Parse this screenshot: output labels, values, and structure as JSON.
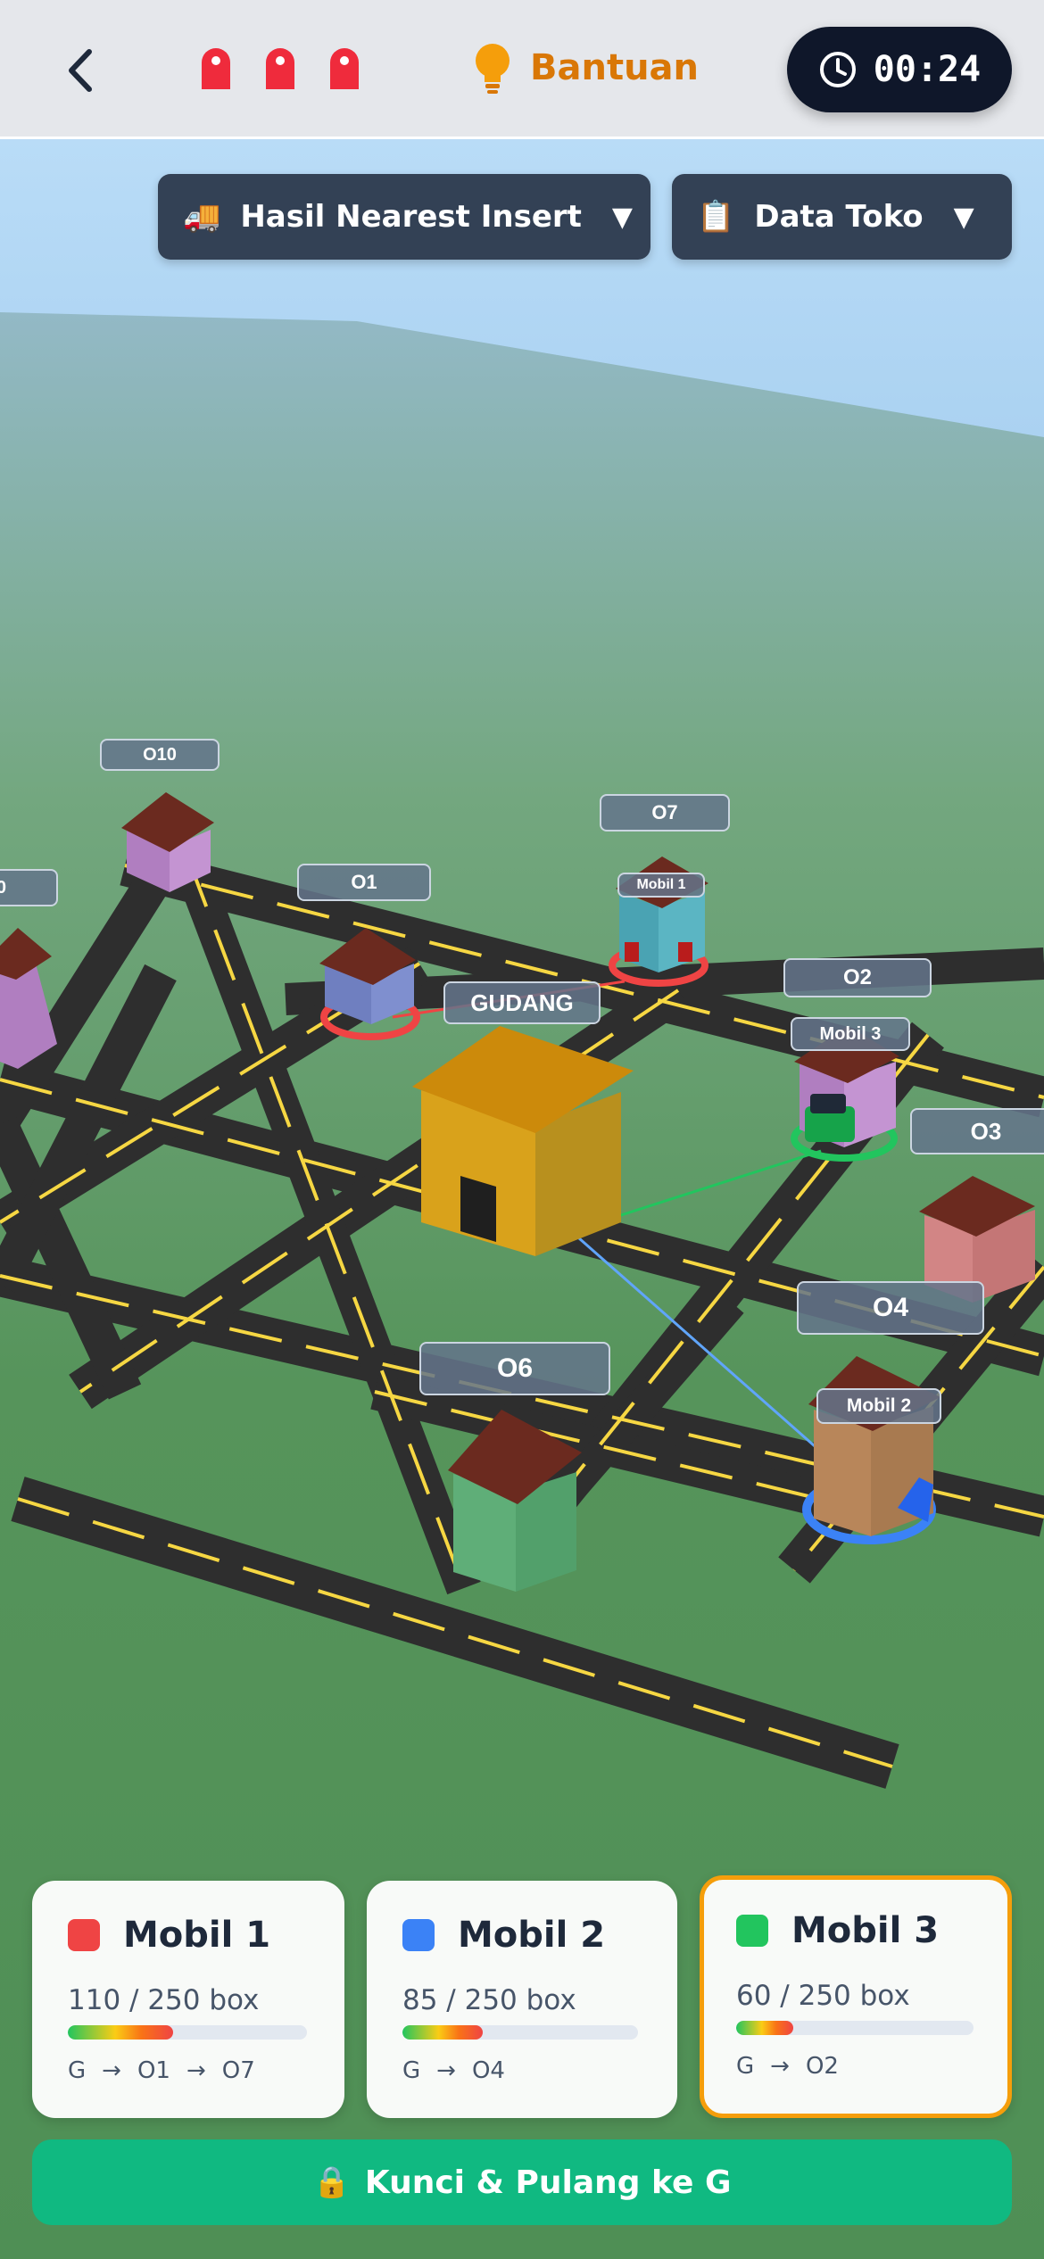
{
  "header": {
    "back_icon": "chevron-left-icon",
    "lives_icon": "marker-pin-icon",
    "lives_color": "#ef2b3c",
    "hint_icon": "lightbulb-icon",
    "hint_label": "Bantuan",
    "timer_icon": "clock-icon",
    "timer": "00:24"
  },
  "toolbar": {
    "result_icon": "🚚",
    "result_label": "Hasil Nearest Insert",
    "data_icon": "📋",
    "data_label": "Data Toko",
    "caret": "▼"
  },
  "map": {
    "labels": {
      "o10": "O10",
      "partial": "0",
      "o1": "O1",
      "o7": "O7",
      "mobil1": "Mobil 1",
      "o2": "O2",
      "mobil3": "Mobil 3",
      "gudang": "GUDANG",
      "o3": "O3",
      "o4": "O4",
      "o6": "O6",
      "mobil2": "Mobil 2"
    }
  },
  "vehicles": [
    {
      "title": "Mobil 1",
      "color": "#ef4444",
      "capacity": "110 / 250 box",
      "load_fraction": 0.44,
      "route": [
        "G",
        "O1",
        "O7"
      ],
      "selected": false
    },
    {
      "title": "Mobil 2",
      "color": "#3b82f6",
      "capacity": "85 / 250 box",
      "load_fraction": 0.34,
      "route": [
        "G",
        "O4"
      ],
      "selected": false
    },
    {
      "title": "Mobil 3",
      "color": "#22c55e",
      "capacity": "60 / 250 box",
      "load_fraction": 0.24,
      "route": [
        "G",
        "O2"
      ],
      "selected": true
    }
  ],
  "route_arrow": "→",
  "action": {
    "icon": "🔒",
    "label": "Kunci & Pulang ke G",
    "color": "#10b981"
  }
}
